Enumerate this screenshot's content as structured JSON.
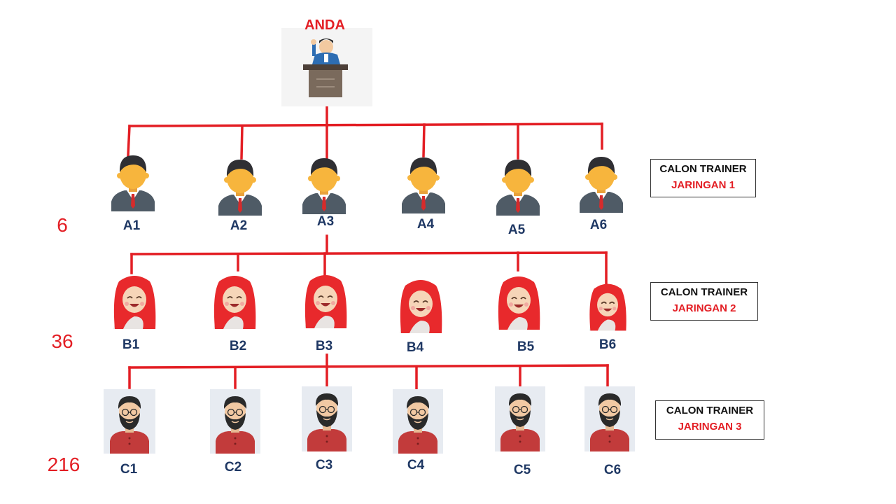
{
  "top": {
    "label": "ANDA"
  },
  "levels": [
    {
      "count": "6",
      "legend_line1": "CALON TRAINER",
      "legend_line2": "JARINGAN 1",
      "nodes": [
        "A1",
        "A2",
        "A3",
        "A4",
        "A5",
        "A6"
      ]
    },
    {
      "count": "36",
      "legend_line1": "CALON TRAINER",
      "legend_line2": "JARINGAN 2",
      "nodes": [
        "B1",
        "B2",
        "B3",
        "B4",
        "B5",
        "B6"
      ]
    },
    {
      "count": "216",
      "legend_line1": "CALON TRAINER",
      "legend_line2": "JARINGAN 3",
      "nodes": [
        "C1",
        "C2",
        "C3",
        "C4",
        "C5",
        "C6"
      ]
    }
  ],
  "colors": {
    "connector": "#e31e24",
    "label": "#1f3864",
    "accent": "#e31e24"
  },
  "icons": {
    "top": "speaker-at-podium-icon",
    "level1": "businessman-icon",
    "level2": "hijab-woman-icon",
    "level3": "bearded-man-icon"
  }
}
